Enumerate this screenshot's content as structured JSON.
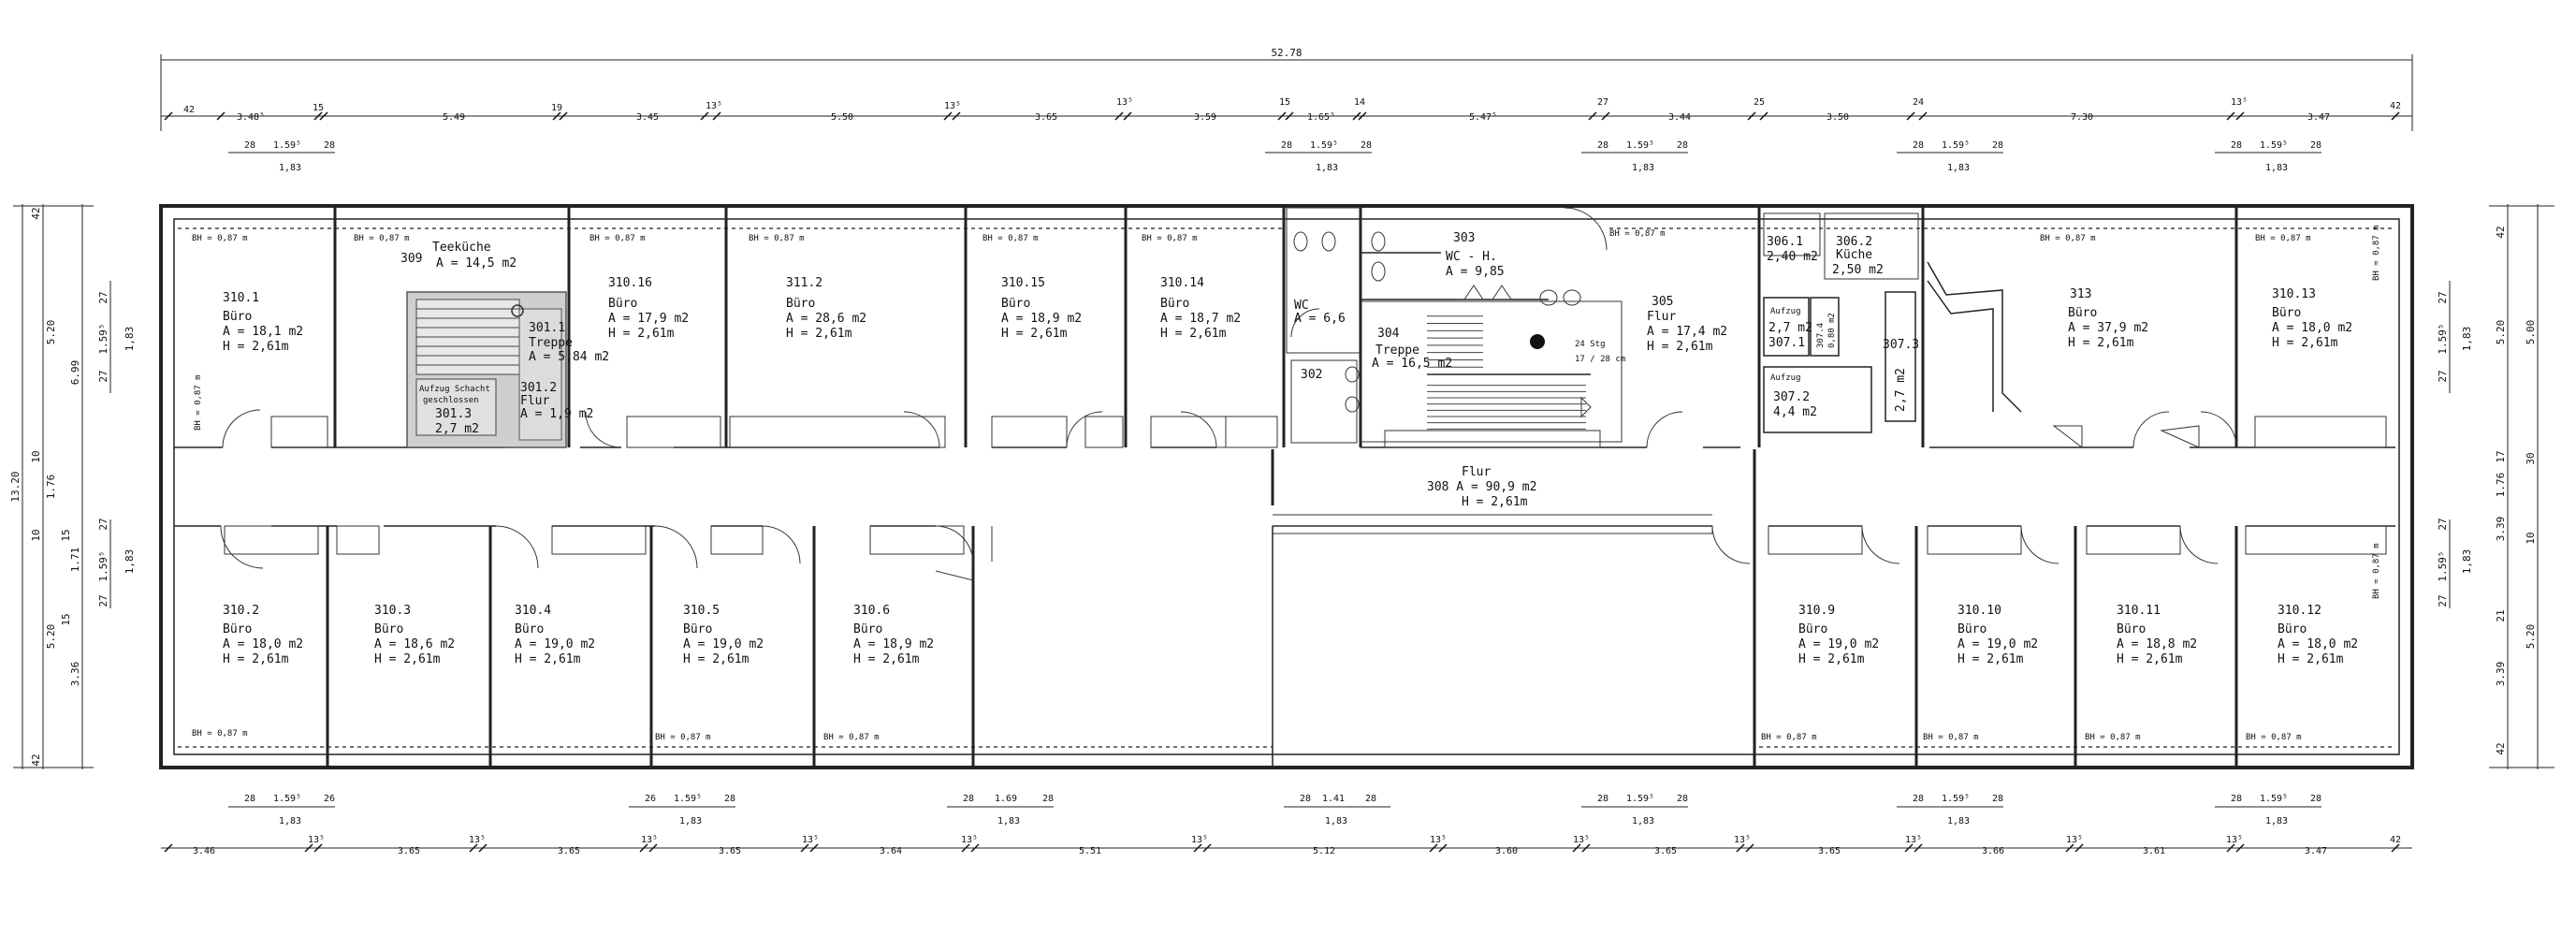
{
  "dims": {
    "overall": "52.78",
    "top": [
      "42",
      "3.48⁵",
      "15",
      "5.49",
      "19",
      "3.45",
      "13⁵",
      "5.50",
      "13⁵",
      "3.65",
      "13⁵",
      "3.59",
      "15",
      "1.65⁵",
      "14",
      "5.47⁵",
      "27",
      "3.44",
      "25",
      "3.50",
      "24",
      "7.30",
      "13⁵",
      "3.47",
      "42"
    ],
    "bottom": [
      "3.46",
      "13⁵",
      "3.65",
      "13⁵",
      "3.65",
      "13⁵",
      "3.65",
      "13⁵",
      "3.64",
      "13⁵",
      "5.51",
      "13⁵",
      "5.12",
      "13⁵",
      "3.60",
      "13⁵",
      "3.65",
      "13⁵",
      "3.65",
      "13⁵",
      "3.66",
      "13⁵",
      "3.61",
      "13⁵",
      "3.47",
      "42"
    ],
    "window_top": [
      {
        "a": "28",
        "b": "1.59⁵",
        "c": "28",
        "w": "1,83"
      },
      {
        "a": "28",
        "b": "1.59⁵",
        "c": "28",
        "w": "1,83"
      },
      {
        "a": "28",
        "b": "1.59⁵",
        "c": "28",
        "w": "1,83"
      },
      {
        "a": "28",
        "b": "1.59⁵",
        "c": "28",
        "w": "1,83"
      },
      {
        "a": "28",
        "b": "1.59⁵",
        "c": "28",
        "w": "1,83"
      }
    ],
    "window_bottom": [
      {
        "a": "28",
        "b": "1.59⁵",
        "c": "26",
        "w": "1,83"
      },
      {
        "a": "26",
        "b": "1.59⁵",
        "c": "28",
        "w": "1,83"
      },
      {
        "a": "28",
        "b": "1.69",
        "c": "28",
        "w": "1,83"
      },
      {
        "a": "28",
        "b": "1.41",
        "c": "28",
        "w": "1,83"
      },
      {
        "a": "28",
        "b": "1.59⁵",
        "c": "28",
        "w": "1,83"
      },
      {
        "a": "28",
        "b": "1.59⁵",
        "c": "28",
        "w": "1,83"
      },
      {
        "a": "28",
        "b": "1.59⁵",
        "c": "28",
        "w": "1,83"
      }
    ],
    "left_outer": [
      "42",
      "5.20",
      "10",
      "1.76",
      "10",
      "5.20",
      "42"
    ],
    "left_total": "13.20",
    "left_mid": [
      "6.99",
      "3.36"
    ],
    "left_inner": [
      "27",
      "1.59⁵",
      "27",
      "15",
      "1.71",
      "15",
      "27",
      "1.59⁵",
      "27"
    ],
    "left_win": [
      "1,83",
      "1,83"
    ],
    "right_outer": [
      "42",
      "5.20",
      "5.00",
      "17",
      "30",
      "10",
      "3.39",
      "5.20",
      "3.39",
      "42"
    ],
    "right_inner": [
      "27",
      "1.59⁵",
      "27",
      "1.76",
      "27",
      "1.59⁵",
      "27",
      "21"
    ],
    "right_win": [
      "1,83",
      "1,83"
    ]
  },
  "bh": "BH = 0,87 m",
  "rooms": [
    {
      "id": "r3101",
      "l1": "310.1",
      "l2": "Büro",
      "l3": "A = 18,1 m2",
      "l4": "H = 2,61m"
    },
    {
      "id": "r309",
      "l1": "309",
      "l2": "Teeküche",
      "l3": "A = 14,5 m2",
      "l4": ""
    },
    {
      "id": "r3011",
      "l1": "301.1",
      "l2": "Treppe",
      "l3": "A = 5,84 m2",
      "l4": ""
    },
    {
      "id": "r3012",
      "l1": "301.2",
      "l2": "Flur",
      "l3": "A = 1,9 m2",
      "l4": ""
    },
    {
      "id": "r3013",
      "l1": "Aufzug Schacht",
      "l2": "geschlossen",
      "l3": "301.3",
      "l4": "2,7 m2"
    },
    {
      "id": "r31016",
      "l1": "310.16",
      "l2": "Büro",
      "l3": "A = 17,9 m2",
      "l4": "H = 2,61m"
    },
    {
      "id": "r3112",
      "l1": "311.2",
      "l2": "Büro",
      "l3": "A = 28,6 m2",
      "l4": "H = 2,61m"
    },
    {
      "id": "r31015",
      "l1": "310.15",
      "l2": "Büro",
      "l3": "A = 18,9 m2",
      "l4": "H = 2,61m"
    },
    {
      "id": "r31014",
      "l1": "310.14",
      "l2": "Büro",
      "l3": "A = 18,7 m2",
      "l4": "H = 2,61m"
    },
    {
      "id": "r303",
      "l1": "303",
      "l2": "WC - H.",
      "l3": "A = 9,85",
      "l4": ""
    },
    {
      "id": "rwc",
      "l1": "WC",
      "l2": "A = 6,6",
      "l3": "",
      "l4": ""
    },
    {
      "id": "r304",
      "l1": "304",
      "l2": "Treppe",
      "l3": "A = 16,5 m2",
      "l4": ""
    },
    {
      "id": "r302",
      "l1": "302",
      "l2": "",
      "l3": "",
      "l4": ""
    },
    {
      "id": "rstg",
      "l1": "24 Stg",
      "l2": "17 / 28 cm",
      "l3": "",
      "l4": ""
    },
    {
      "id": "r305",
      "l1": "305",
      "l2": "Flur",
      "l3": "A = 17,4 m2",
      "l4": "H = 2,61m"
    },
    {
      "id": "r3061",
      "l1": "306.1",
      "l2": "2,40 m2",
      "l3": "",
      "l4": ""
    },
    {
      "id": "r3062",
      "l1": "306.2",
      "l2": "Küche",
      "l3": "2,50 m2",
      "l4": ""
    },
    {
      "id": "r3071",
      "l1": "Aufzug",
      "l2": "2,7 m2",
      "l3": "307.1",
      "l4": ""
    },
    {
      "id": "r3074",
      "l1": "307.4",
      "l2": "0,80 m2",
      "l3": "",
      "l4": ""
    },
    {
      "id": "r3073",
      "l1": "307.3",
      "l2": "2,7 m2",
      "l3": "",
      "l4": ""
    },
    {
      "id": "r3072",
      "l1": "Aufzug",
      "l2": "307.2",
      "l3": "4,4  m2",
      "l4": ""
    },
    {
      "id": "r313",
      "l1": "313",
      "l2": "Büro",
      "l3": "A = 37,9 m2",
      "l4": "H = 2,61m"
    },
    {
      "id": "r31013",
      "l1": "310.13",
      "l2": "Büro",
      "l3": "A = 18,0 m2",
      "l4": "H = 2,61m"
    },
    {
      "id": "r308",
      "l1": "Flur",
      "l2": "308  A = 90,9 m2",
      "l3": "H = 2,61m",
      "l4": ""
    },
    {
      "id": "r3102",
      "l1": "310.2",
      "l2": "Büro",
      "l3": "A = 18,0 m2",
      "l4": "H = 2,61m"
    },
    {
      "id": "r3103",
      "l1": "310.3",
      "l2": "Büro",
      "l3": "A = 18,6 m2",
      "l4": "H = 2,61m"
    },
    {
      "id": "r3104",
      "l1": "310.4",
      "l2": "Büro",
      "l3": "A = 19,0 m2",
      "l4": "H = 2,61m"
    },
    {
      "id": "r3105",
      "l1": "310.5",
      "l2": "Büro",
      "l3": "A = 19,0 m2",
      "l4": "H = 2,61m"
    },
    {
      "id": "r3106",
      "l1": "310.6",
      "l2": "Büro",
      "l3": "A = 18,9 m2",
      "l4": "H = 2,61m"
    },
    {
      "id": "r3109",
      "l1": "310.9",
      "l2": "Büro",
      "l3": "A = 19,0 m2",
      "l4": "H = 2,61m"
    },
    {
      "id": "r31010",
      "l1": "310.10",
      "l2": "Büro",
      "l3": "A = 19,0 m2",
      "l4": "H = 2,61m"
    },
    {
      "id": "r31011",
      "l1": "310.11",
      "l2": "Büro",
      "l3": "A = 18,8 m2",
      "l4": "H = 2,61m"
    },
    {
      "id": "r31012",
      "l1": "310.12",
      "l2": "Büro",
      "l3": "A = 18,0 m2",
      "l4": "H = 2,61m"
    }
  ]
}
